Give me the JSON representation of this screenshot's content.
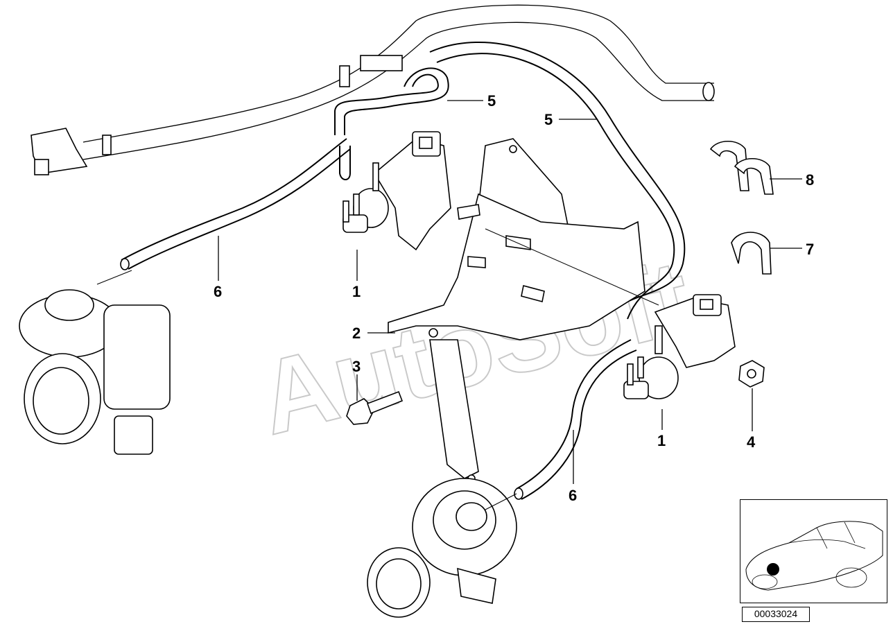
{
  "watermark": "AutoSoft",
  "drawing_number": "00033024",
  "callouts": [
    {
      "id": "c5a",
      "label": "5"
    },
    {
      "id": "c5b",
      "label": "5"
    },
    {
      "id": "c6a",
      "label": "6"
    },
    {
      "id": "c6b",
      "label": "6"
    },
    {
      "id": "c1a",
      "label": "1"
    },
    {
      "id": "c1b",
      "label": "1"
    },
    {
      "id": "c2",
      "label": "2"
    },
    {
      "id": "c3",
      "label": "3"
    },
    {
      "id": "c4",
      "label": "4"
    },
    {
      "id": "c7",
      "label": "7"
    },
    {
      "id": "c8",
      "label": "8"
    }
  ]
}
